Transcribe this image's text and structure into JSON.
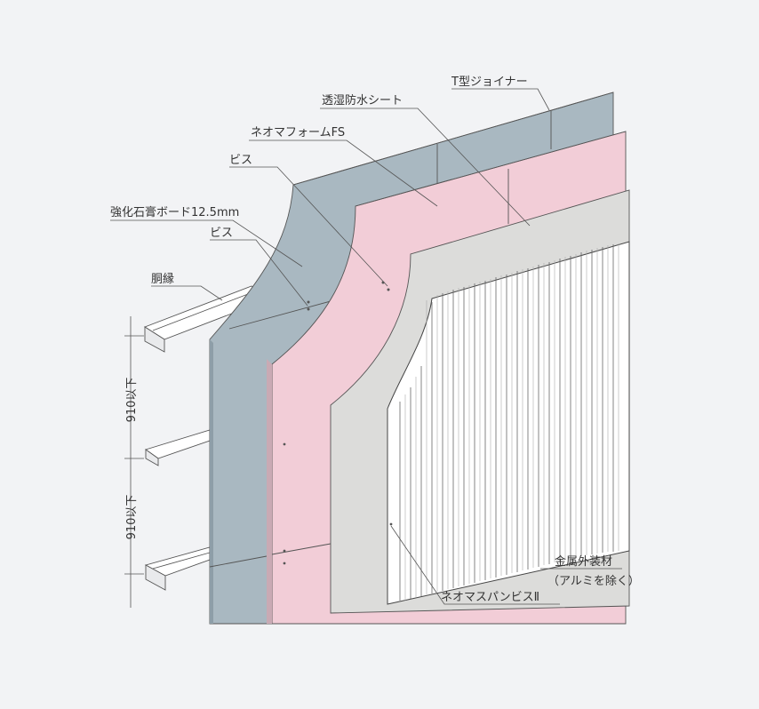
{
  "labels": {
    "t_joiner": "T型ジョイナー",
    "membrane": "透湿防水シート",
    "neoma_foam": "ネオマフォームFS",
    "screw_upper": "ビス",
    "gypsum": "強化石膏ボード12.5mm",
    "screw_lower": "ビス",
    "furring": "胴縁",
    "dim_upper": "910以下",
    "dim_lower": "910以下",
    "cladding_line1": "金属外装材",
    "cladding_line2": "（アルミを除く）",
    "panel_screw": "ネオマスパンビスⅡ"
  },
  "colors": {
    "background": "#f2f3f5",
    "gypsum_board": "#a9b8c1",
    "neoma_foam": "#f2cdd7",
    "membrane": "#dcdcda",
    "metal_cladding": "#ffffff",
    "furring": "#ffffff"
  }
}
